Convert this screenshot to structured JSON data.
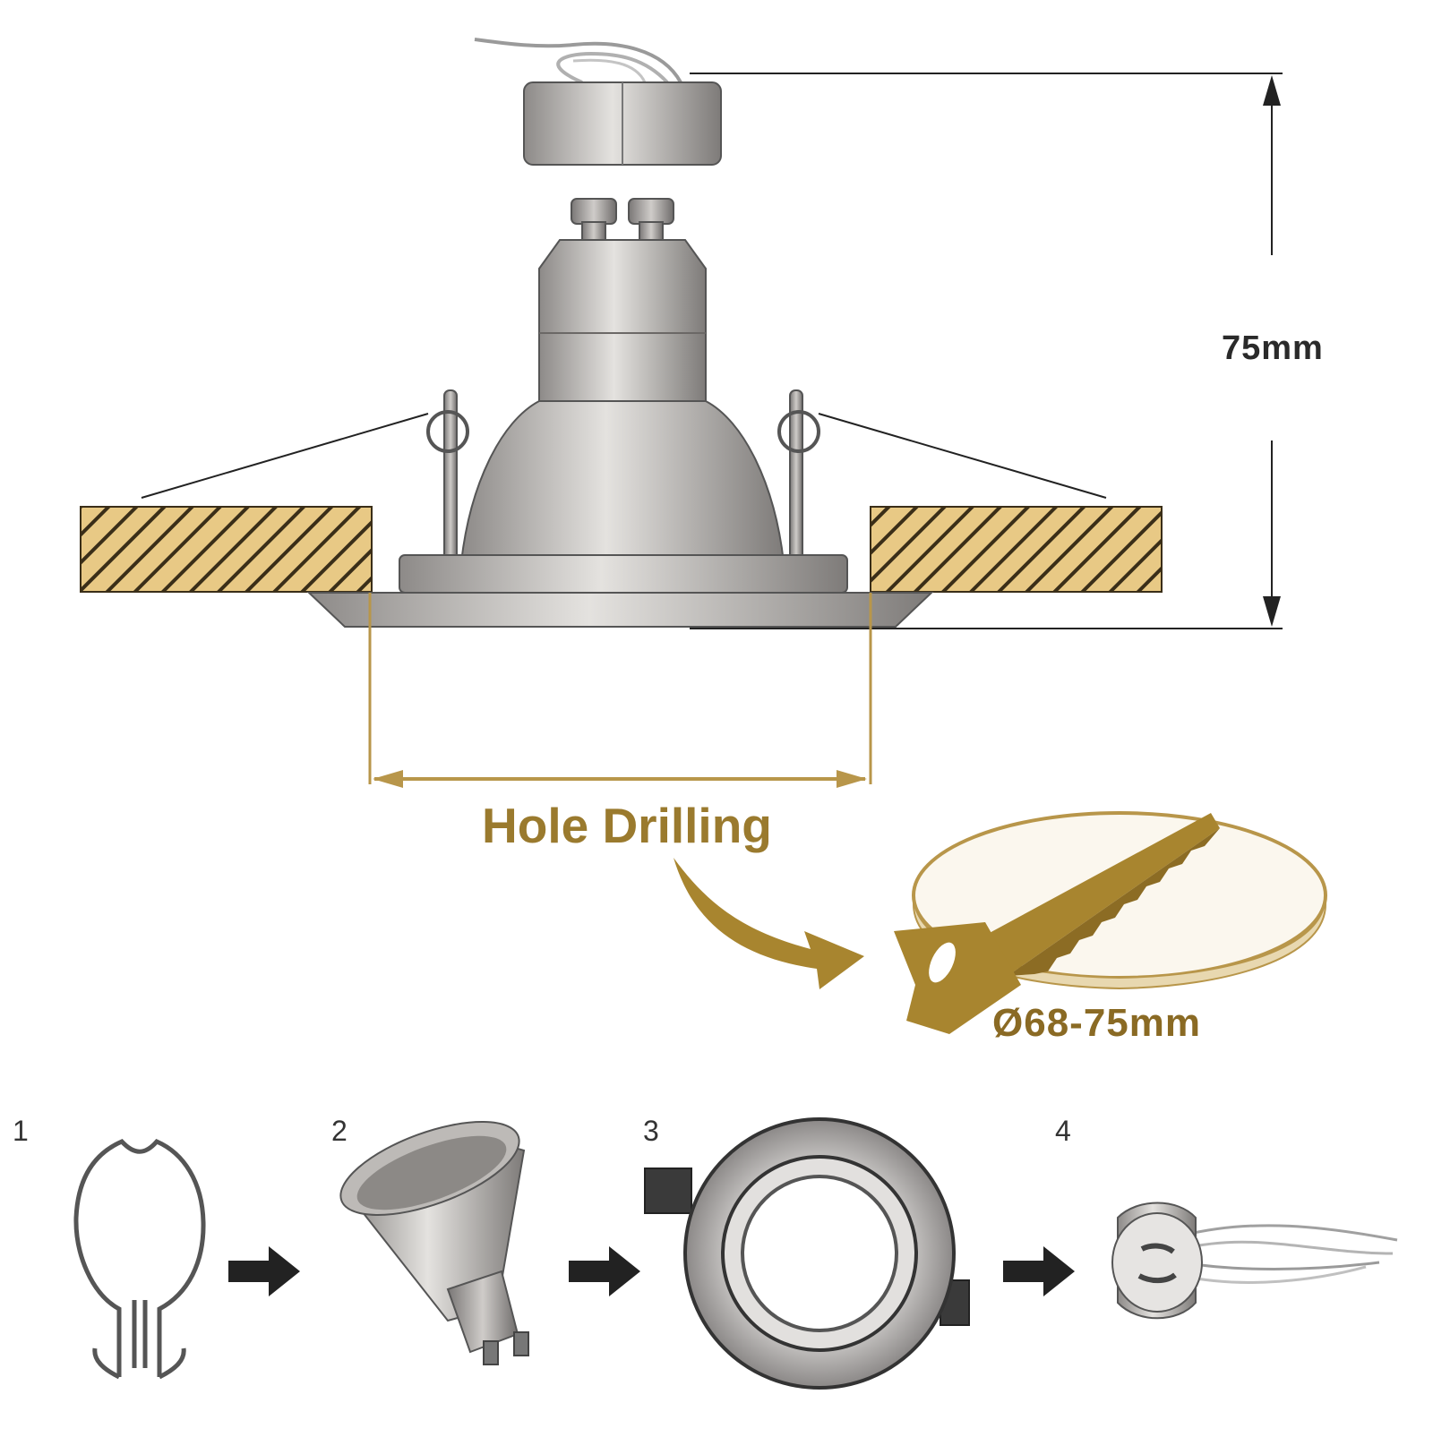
{
  "dimensions": {
    "height_label": "75mm",
    "hole_title": "Hole Drilling",
    "hole_diameter": "Ø68-75mm"
  },
  "steps": [
    {
      "number": "1",
      "icon": "spring-clip-icon"
    },
    {
      "number": "2",
      "icon": "gu10-bulb-icon"
    },
    {
      "number": "3",
      "icon": "downlight-frame-icon"
    },
    {
      "number": "4",
      "icon": "gu10-socket-icon"
    }
  ],
  "colors": {
    "wood": "#e8c985",
    "gold_accent": "#9a7a2e",
    "metal": "#a8a6a4",
    "line": "#222222"
  }
}
